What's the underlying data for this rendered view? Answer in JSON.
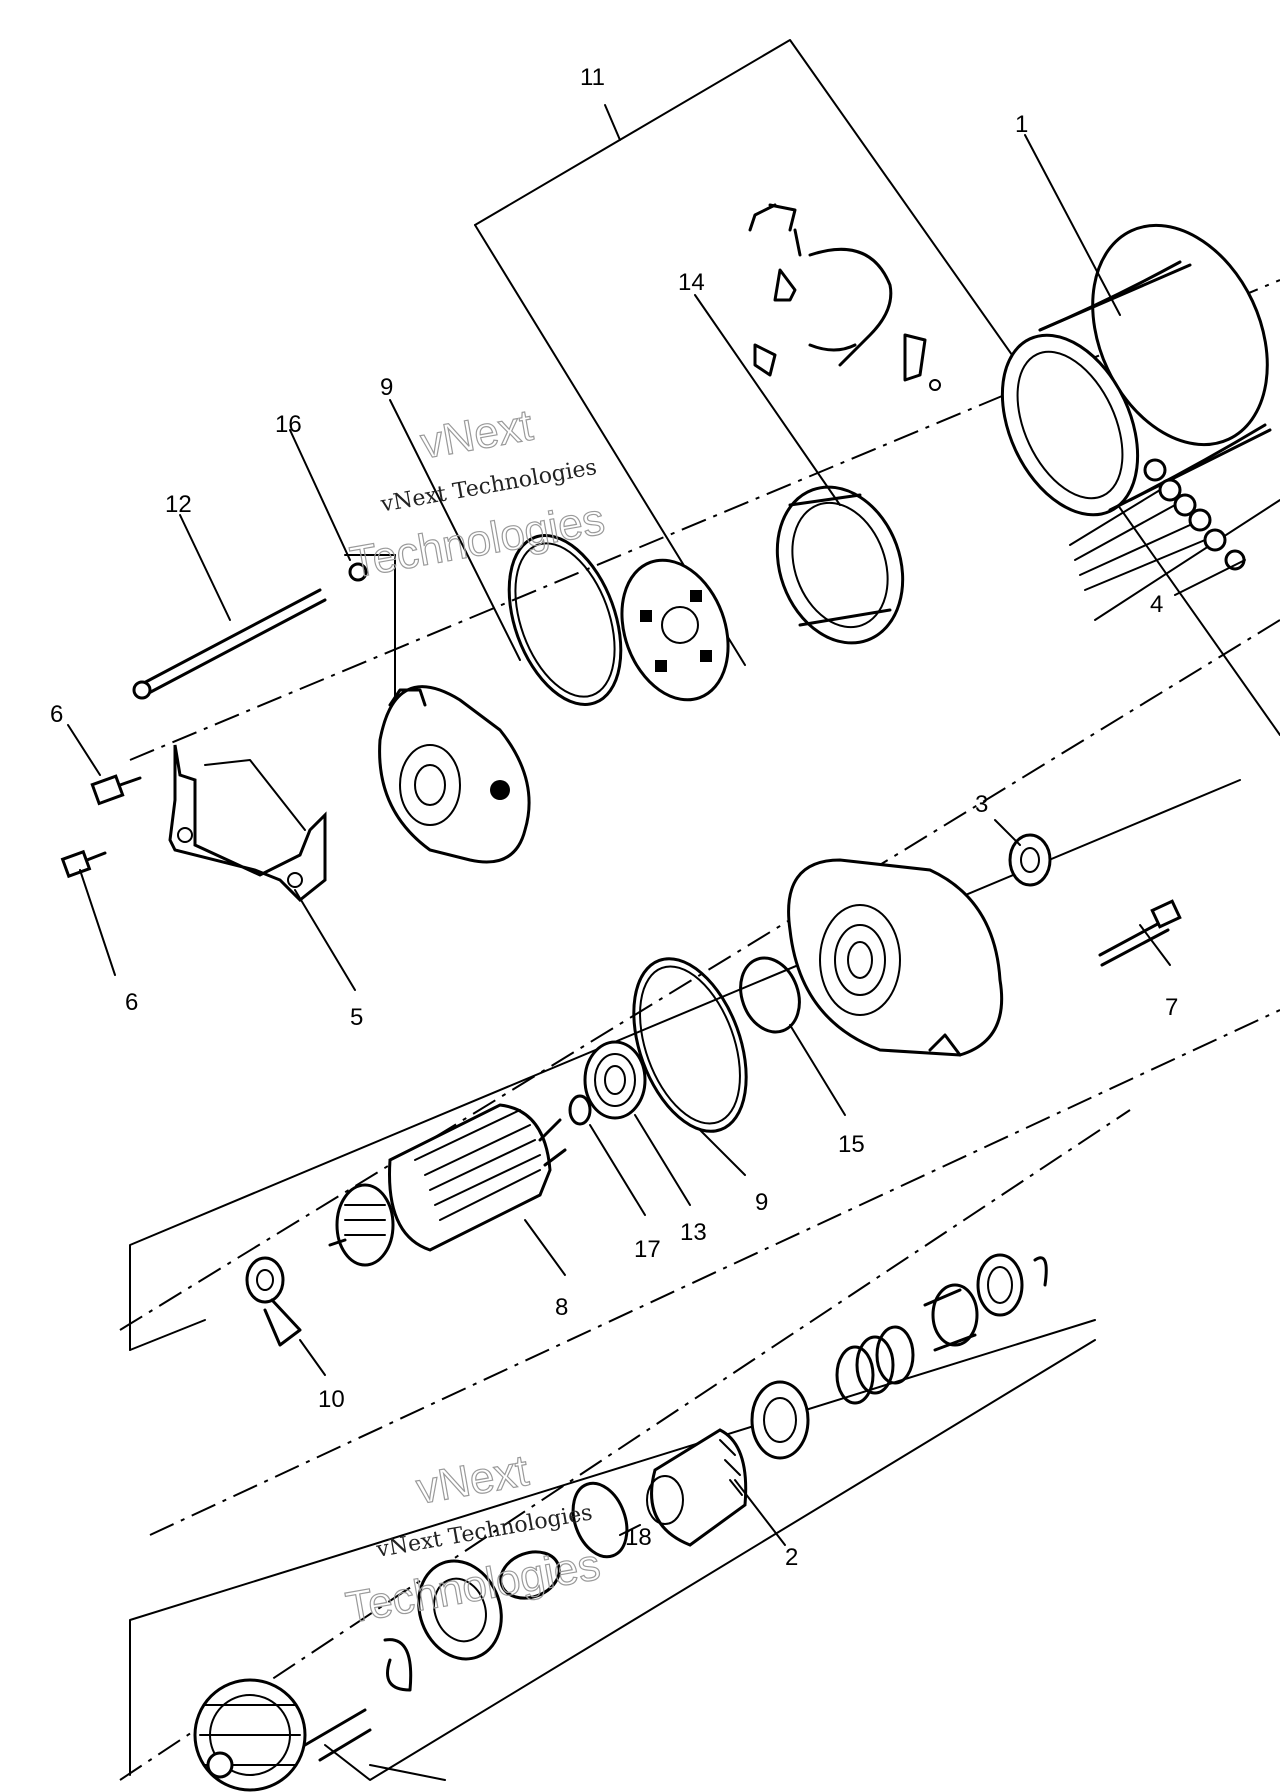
{
  "callouts": {
    "c1": "1",
    "c2": "2",
    "c3": "3",
    "c4": "4",
    "c5": "5",
    "c6a": "6",
    "c6b": "6",
    "c7": "7",
    "c8": "8",
    "c9a": "9",
    "c9b": "9",
    "c10": "10",
    "c11": "11",
    "c12": "12",
    "c13": "13",
    "c14": "14",
    "c15": "15",
    "c16": "16",
    "c17": "17",
    "c18": "18"
  },
  "watermark": {
    "top_line": "vNext Technologies",
    "top_big_1": "vNext",
    "top_big_2": "Technologies",
    "bottom_line": "vNext Technologies",
    "bottom_big_1": "vNext",
    "bottom_big_2": "Technologies"
  }
}
